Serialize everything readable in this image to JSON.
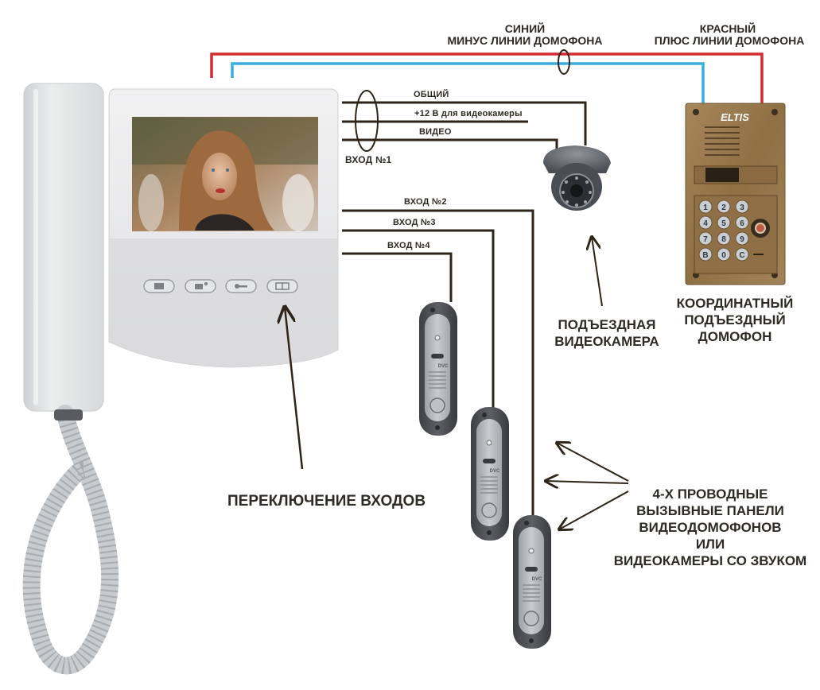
{
  "title_labels": {
    "minus_color": "СИНИЙ",
    "minus_text": "МИНУС  ЛИНИИ ДОМОФОНА",
    "plus_color": "КРАСНЫЙ",
    "plus_text": "ПЛЮС  ЛИНИИ ДОМОФОНА"
  },
  "input1": {
    "wire_common": "ОБЩИЙ",
    "wire_power": "+12 В для видеокамеры",
    "wire_video": "ВИДЕО",
    "label": "ВХОД №1"
  },
  "inputs": [
    {
      "label": "ВХОД №2"
    },
    {
      "label": "ВХОД №3"
    },
    {
      "label": "ВХОД №4"
    }
  ],
  "devices": {
    "intercom_brand": "ELTIS",
    "intercom_keys": [
      "1",
      "2",
      "3",
      "4",
      "5",
      "6",
      "7",
      "8",
      "9",
      "B",
      "0",
      "C"
    ],
    "panel_brand": "DVC",
    "camera_caption": [
      "ПОДЪЕЗДНАЯ",
      "ВИДЕОКАМЕРА"
    ],
    "intercom_caption": [
      "КООРДИНАТНЫЙ",
      "ПОДЪЕЗДНЫЙ",
      "ДОМОФОН"
    ],
    "switch_caption": "ПЕРЕКЛЮЧЕНИЕ  ВХОДОВ",
    "panels_caption": [
      "4-Х ПРОВОДНЫЕ",
      "ВЫЗЫВНЫЕ ПАНЕЛИ",
      "ВИДЕОДОМОФОНОВ",
      "ИЛИ",
      "ВИДЕОКАМЕРЫ СО ЗВУКОМ"
    ]
  },
  "monitor_buttons": [
    "monitor-icon",
    "camera-icon",
    "key-icon",
    "switch-input-icon"
  ],
  "colors": {
    "minus_wire": "#3aaee0",
    "plus_wire": "#d42a32",
    "signal_wire": "#2e2417",
    "text": "#2e2a25",
    "intercom_body": "#9a7a4e"
  }
}
